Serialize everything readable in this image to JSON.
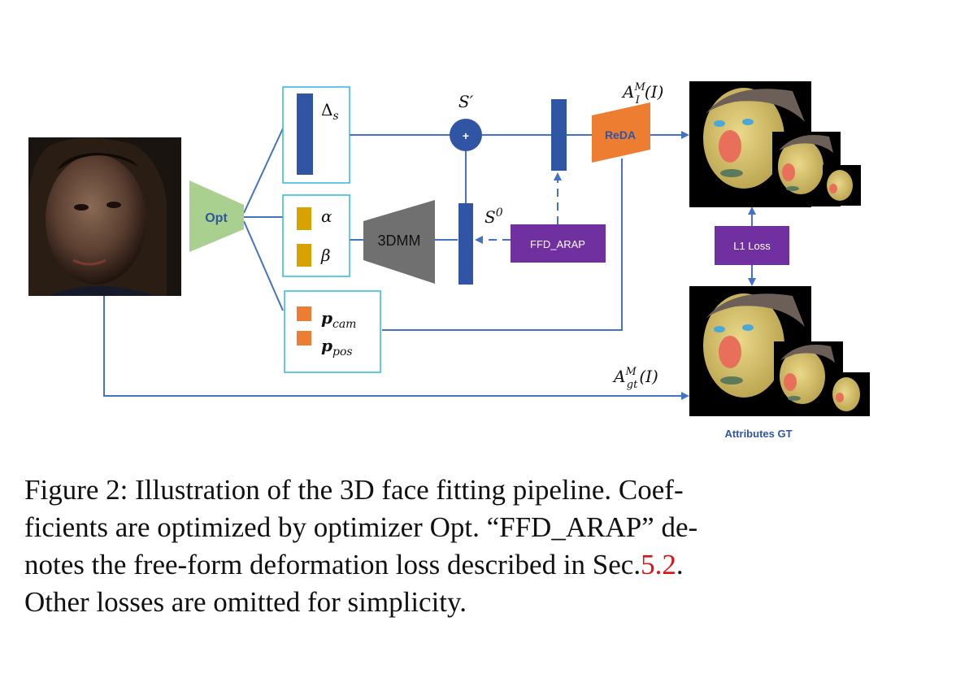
{
  "diagram": {
    "opt_label": "Opt",
    "delta_label": "Δ",
    "delta_sub": "s",
    "alpha_label": "α",
    "beta_label": "β",
    "pcam_label": "p",
    "pcam_sub": "cam",
    "ppos_label": "p",
    "ppos_sub": "pos",
    "s_prime_label": "S′",
    "s0_label": "S",
    "s0_sup": "0",
    "plus_label": "+",
    "tdmm_label": "3DMM",
    "ffd_label": "FFD_ARAP",
    "reda_label": "ReDA",
    "l1_label": "L1 Loss",
    "ai_label_A": "A",
    "ai_label_sup": "M",
    "ai_label_sub": "I",
    "ai_label_arg": "(I)",
    "agt_label_A": "A",
    "agt_label_sup": "M",
    "agt_label_sub": "gt",
    "agt_label_arg": "(I)",
    "attributes_gt": "Attributes GT",
    "colors": {
      "blue": "#4472c4",
      "dark_blue": "#2f55a4",
      "green": "#a9d08e",
      "orange": "#ed7d31",
      "gold": "#d8a300",
      "purple": "#7030a0",
      "gray": "#707070",
      "box_border": "#2eb8d8",
      "face_yellow": "#d9c36a",
      "nose_red": "#e8705a"
    }
  },
  "caption": {
    "line1": "Figure 2: Illustration of the 3D face fitting pipeline. Coef-",
    "line2": "ficients are optimized by optimizer Opt. “FFD_ARAP” de-",
    "line3_pre": "notes the free-form deformation loss described in Sec.",
    "line3_ref": "5.2",
    "line3_post": ".",
    "line4": "Other losses are omitted for simplicity."
  }
}
